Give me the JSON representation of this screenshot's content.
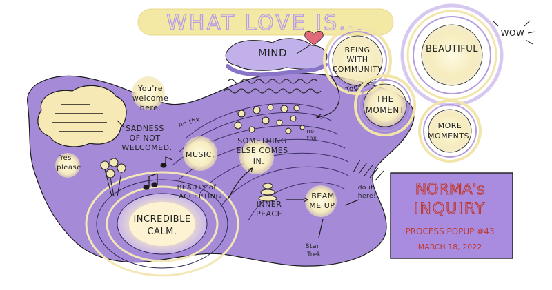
{
  "title": "WHAT LOVE IS...",
  "wow": "WOW",
  "bubbles": {
    "mind": "MIND",
    "being_with_community": [
      "BEING",
      "WITH",
      "COMMUNITY"
    ],
    "together": "Together",
    "the_moment": [
      "THE",
      "MOMENT"
    ],
    "beautiful": "BEAUTIFUL",
    "more_moments": [
      "MORE",
      "MOMENTS."
    ]
  },
  "labels": {
    "you_are_welcome": [
      "You're",
      "welcome",
      "here."
    ],
    "sadness": [
      "SADNESS",
      "OF NOT",
      "WELCOMED."
    ],
    "no_thx_1": "no thx",
    "yes_please": [
      "Yes",
      "please"
    ],
    "music": "MUSIC.",
    "something_else": [
      "SOMETHING",
      "ELSE COMES",
      "IN."
    ],
    "no_thx_2": [
      "no",
      "thx"
    ],
    "beauty": [
      "BEAUTY of",
      "ACCEPTING"
    ],
    "inner_peace": [
      "INNER",
      "PEACE"
    ],
    "beam_me_up": [
      "BEAM",
      "ME UP."
    ],
    "do_it_here": [
      "do it",
      "here!"
    ],
    "star_trek": [
      "Star",
      "Trek."
    ],
    "incredible_calm": [
      "INCREDIBLE",
      "CALM."
    ]
  },
  "box": {
    "line1": "NORMA's",
    "line2": "INQUIRY",
    "line3": "PROCESS POPUP #43",
    "line4": "MARCH 18, 2022"
  },
  "colors": {
    "purple": "#a58ad8",
    "purple_dark": "#7e63c2",
    "cream": "#f8f0c6",
    "box_fill": "#a98be0",
    "box_text": "#c0392b",
    "title_fill": "#f4e9a4",
    "title_text": "#b89ee8",
    "ink": "#1a1a1a"
  }
}
